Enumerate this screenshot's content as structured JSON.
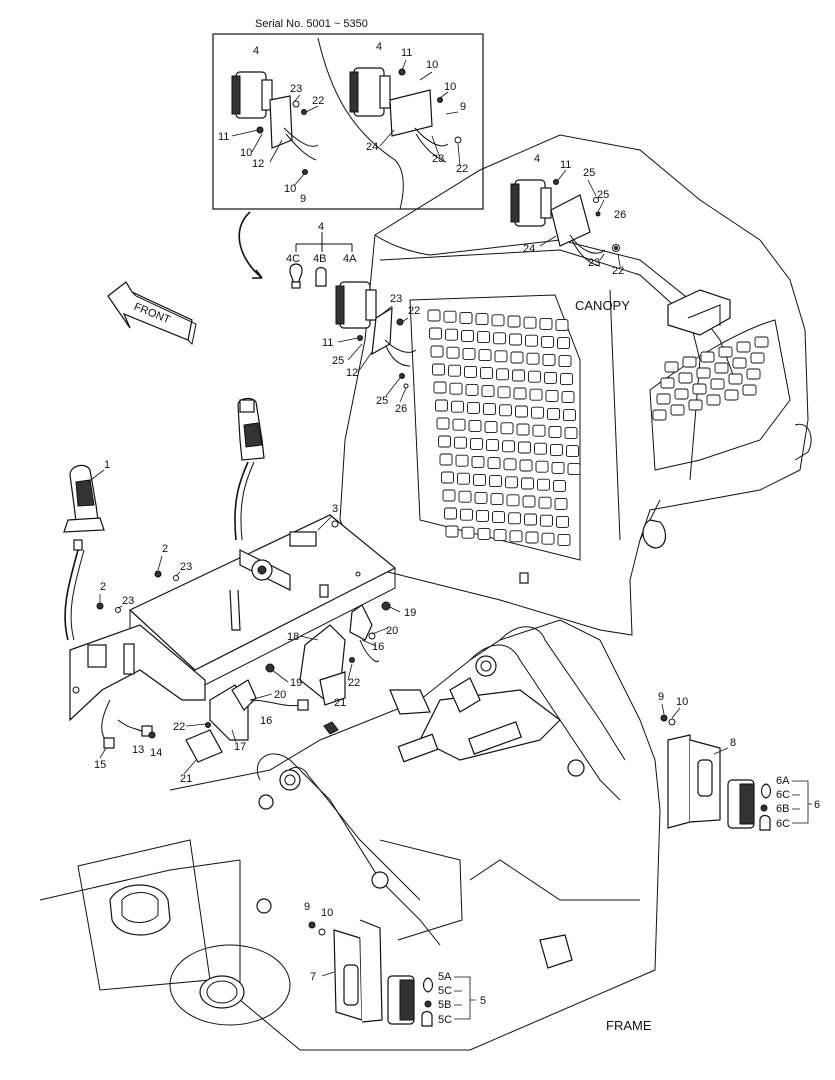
{
  "inset": {
    "title": "Serial No. 5001 ~ 5350",
    "callouts_left": [
      "4",
      "23",
      "22",
      "11",
      "10",
      "12",
      "10",
      "9"
    ],
    "callouts_right": [
      "4",
      "11",
      "10",
      "10",
      "9",
      "24",
      "23",
      "22"
    ]
  },
  "zones": {
    "canopy": "CANOPY",
    "frame": "FRAME",
    "front": "FRONT"
  },
  "callouts": {
    "upper_lamp": [
      "4",
      "11",
      "25",
      "25",
      "26",
      "24",
      "23",
      "22"
    ],
    "lamp_group": [
      "4",
      "4C",
      "4B",
      "4A",
      "23",
      "22",
      "11",
      "25",
      "12",
      "25",
      "26"
    ],
    "controls": [
      "1",
      "2",
      "23",
      "2",
      "23",
      "3",
      "19",
      "20",
      "16",
      "18",
      "22",
      "21",
      "19",
      "20",
      "16",
      "22",
      "17",
      "21",
      "13",
      "14",
      "15"
    ],
    "rear_right": [
      "9",
      "10",
      "8",
      "6A",
      "6C",
      "6B",
      "6C",
      "6"
    ],
    "rear_left": [
      "9",
      "10",
      "7",
      "5A",
      "5C",
      "5B",
      "5C",
      "5"
    ]
  }
}
